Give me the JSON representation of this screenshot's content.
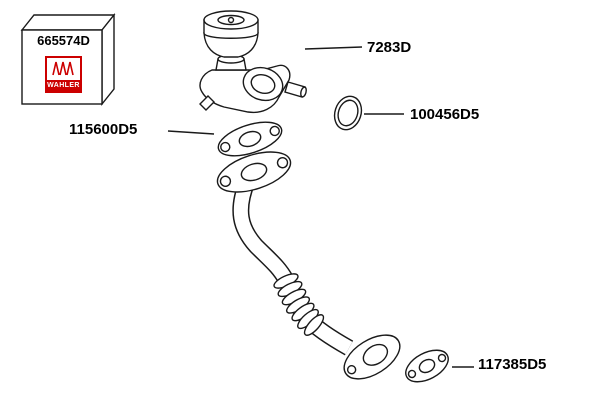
{
  "box": {
    "part_number": "665574D",
    "brand": "WAHLER"
  },
  "parts": [
    {
      "name": "egr-valve",
      "label": "7283D"
    },
    {
      "name": "seal-ring",
      "label": "100456D5"
    },
    {
      "name": "gasket-upper",
      "label": "115600D5"
    },
    {
      "name": "gasket-lower",
      "label": "117385D5"
    }
  ]
}
